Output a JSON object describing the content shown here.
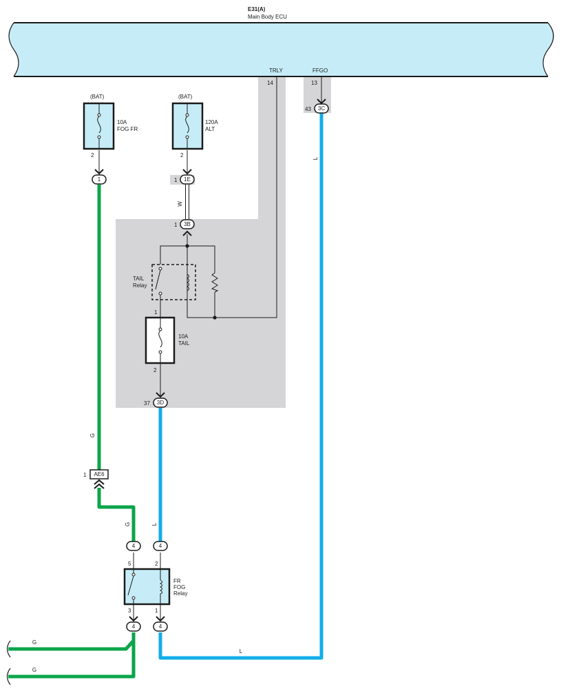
{
  "colors": {
    "ecu_fill": "#c6ecf7",
    "fuse_fill": "#c6ecf7",
    "shade": "#d5d5d7",
    "wire_green": "#0ba54a",
    "wire_blue": "#12aee9",
    "line": "#1a1a1a"
  },
  "ecu": {
    "code": "E31(A)",
    "name": "Main Body ECU",
    "pins": [
      {
        "name": "TRLY",
        "num": "14"
      },
      {
        "name": "FFGO",
        "num": "13"
      }
    ]
  },
  "fuses": [
    {
      "source": "(BAT)",
      "rating": "10A",
      "name": "FOG FR",
      "pin": "2"
    },
    {
      "source": "(BAT)",
      "rating": "120A",
      "name": "ALT",
      "pin": "2"
    },
    {
      "rating": "10A",
      "name": "TAIL",
      "pin_top": "1",
      "pin_bottom": "2"
    }
  ],
  "connectors": [
    {
      "code": "1",
      "pin": ""
    },
    {
      "code": "1E",
      "pin": "1"
    },
    {
      "code": "3B",
      "pin": "1"
    },
    {
      "code": "3D",
      "pin": "37"
    },
    {
      "code": "3C",
      "pin": "43"
    },
    {
      "code": "AE6",
      "pin": "1"
    },
    {
      "code": "4",
      "pin": ""
    },
    {
      "code": "4",
      "pin": ""
    },
    {
      "code": "4",
      "pin": ""
    },
    {
      "code": "4",
      "pin": ""
    }
  ],
  "relays": [
    {
      "name": "TAIL",
      "name2": "Relay"
    },
    {
      "name": "FR",
      "name2": "FOG",
      "name3": "Relay",
      "pins": [
        "5",
        "2",
        "3",
        "1"
      ]
    }
  ],
  "wire_colors": [
    "W",
    "L",
    "G",
    "G",
    "L",
    "L",
    "G",
    "G"
  ]
}
